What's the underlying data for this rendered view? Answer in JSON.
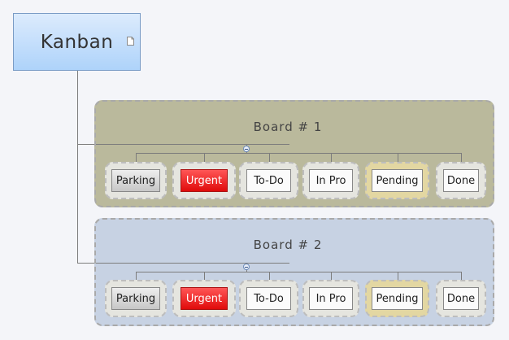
{
  "root": {
    "title": "Kanban",
    "note_icon": "note-icon"
  },
  "boards": [
    {
      "title": "Board # 1",
      "columns": [
        {
          "label": "Parking",
          "style": "grey"
        },
        {
          "label": "Urgent",
          "style": "red"
        },
        {
          "label": "To-Do",
          "style": "plain"
        },
        {
          "label": "In Pro",
          "style": "plain"
        },
        {
          "label": "Pending",
          "style": "yellow"
        },
        {
          "label": "Done",
          "style": "plain"
        }
      ]
    },
    {
      "title": "Board # 2",
      "columns": [
        {
          "label": "Parking",
          "style": "grey"
        },
        {
          "label": "Urgent",
          "style": "red"
        },
        {
          "label": "To-Do",
          "style": "plain"
        },
        {
          "label": "In Pro",
          "style": "plain"
        },
        {
          "label": "Pending",
          "style": "yellow"
        },
        {
          "label": "Done",
          "style": "plain"
        }
      ]
    }
  ],
  "colors": {
    "board_1": "#bab99c",
    "board_2": "#c7d2e3",
    "urgent": "#f01f1f",
    "pending_frame": "#e3d7a2",
    "root_fill": "#aed3fa"
  }
}
